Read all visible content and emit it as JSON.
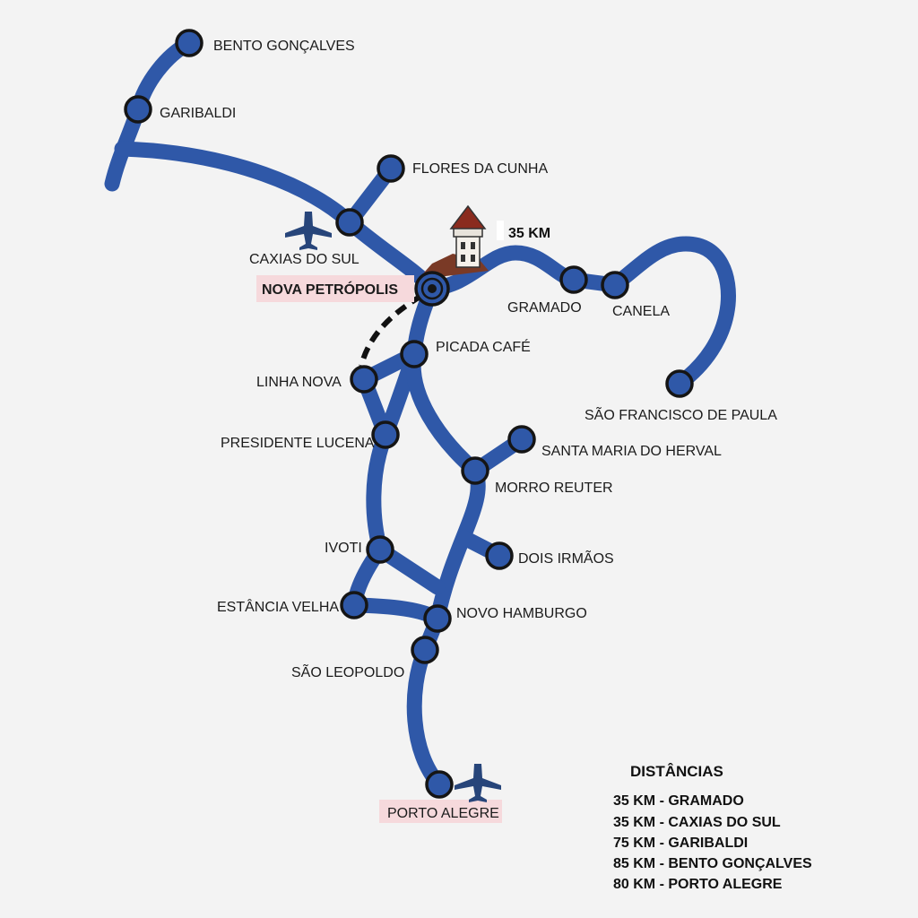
{
  "colors": {
    "route": "#2f58a8",
    "station_fill": "#2f58a8",
    "station_stroke": "#151515",
    "highlight_bg": "#f6d9dc",
    "background": "#f3f3f3"
  },
  "hub": {
    "label": "NOVA PETRÓPOLIS",
    "distance_marker": "35 KM"
  },
  "stations": [
    {
      "id": "bento",
      "label": "BENTO GONÇALVES"
    },
    {
      "id": "garibaldi",
      "label": "GARIBALDI"
    },
    {
      "id": "flores",
      "label": "FLORES DA CUNHA"
    },
    {
      "id": "caxias",
      "label": "CAXIAS DO SUL"
    },
    {
      "id": "gramado",
      "label": "GRAMADO"
    },
    {
      "id": "canela",
      "label": "CANELA"
    },
    {
      "id": "sfp",
      "label": "SÃO FRANCISCO DE PAULA"
    },
    {
      "id": "picada",
      "label": "PICADA CAFÉ"
    },
    {
      "id": "linhanova",
      "label": "LINHA NOVA"
    },
    {
      "id": "lucena",
      "label": "PRESIDENTE LUCENA"
    },
    {
      "id": "smh",
      "label": "SANTA MARIA DO HERVAL"
    },
    {
      "id": "morro",
      "label": "MORRO REUTER"
    },
    {
      "id": "ivoti",
      "label": "IVOTI"
    },
    {
      "id": "dois",
      "label": "DOIS IRMÃOS"
    },
    {
      "id": "estancia",
      "label": "ESTÂNCIA VELHA"
    },
    {
      "id": "novohamburgo",
      "label": "NOVO HAMBURGO"
    },
    {
      "id": "saoleopoldo",
      "label": "SÃO LEOPOLDO"
    },
    {
      "id": "portoalegre",
      "label": "PORTO ALEGRE"
    }
  ],
  "legend": {
    "title": "DISTÂNCIAS",
    "rows": [
      "35 KM - GRAMADO",
      "35 KM - CAXIAS DO SUL",
      "75 KM - GARIBALDI",
      "85 KM - BENTO GONÇALVES",
      "80 KM - PORTO ALEGRE"
    ]
  },
  "icons": {
    "airport": "airplane-icon",
    "landmark": "tower-icon"
  }
}
